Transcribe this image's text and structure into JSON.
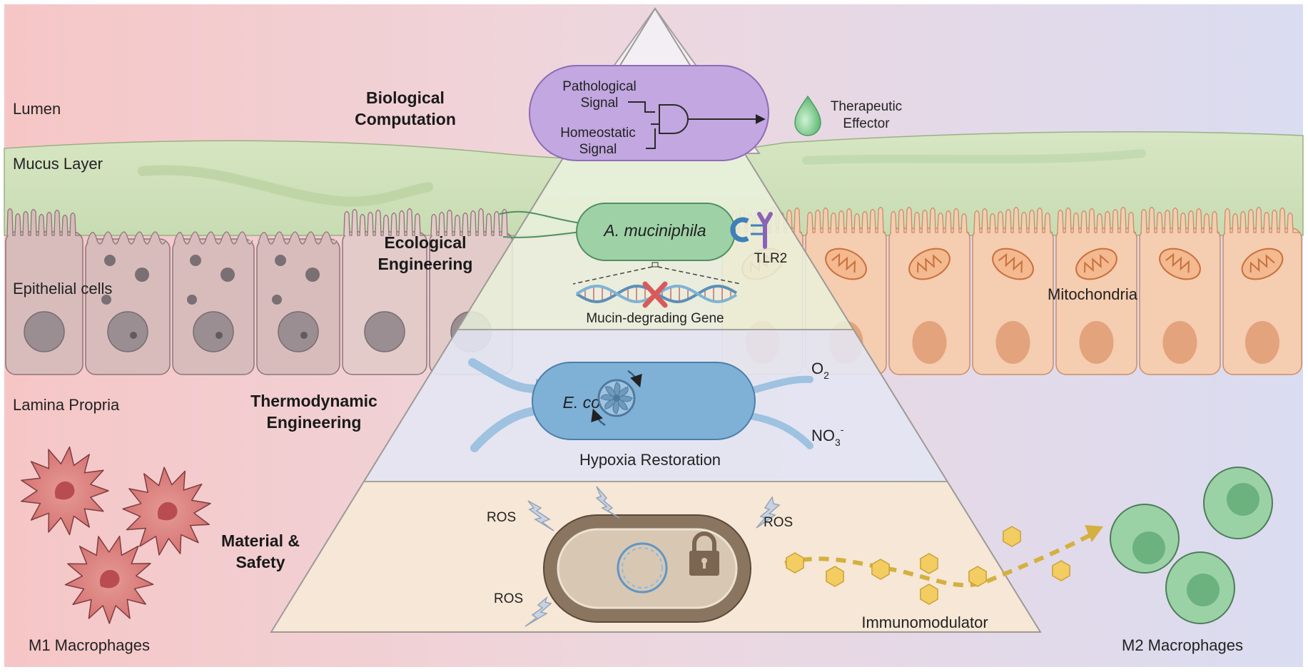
{
  "figure": {
    "colors": {
      "pathologic_bg": "#f6c8c8",
      "healthy_bg": "#dcdcf0",
      "mucus": "#cfe0bc",
      "inflamed_epithelium": "#d9bfbd",
      "healthy_epithelium": "#f5cdb0",
      "nucleus_inflamed": "#8f8487",
      "nucleus_healthy": "#e3a37c",
      "logic_capsule": "#c2a7e0",
      "akk_capsule": "#9fd1a6",
      "ecoli_capsule": "#7fb0d6",
      "safety_capsule_outer": "#8a7660",
      "safety_capsule_inner": "#d8c7b2",
      "immunomodulator": "#f3cd62",
      "m1_macrophage": "#d9706f",
      "m2_macrophage": "#9bd2a5",
      "tlr2": "#8a62b8",
      "droplet": "#77c784"
    },
    "region_labels": {
      "lumen": "Lumen",
      "mucus": "Mucus Layer",
      "epithelial": "Epithelial cells",
      "lamina": "Lamina Propria",
      "m1": "M1 Macrophages",
      "m2": "M2 Macrophages",
      "mitochondria": "Mitochondria"
    },
    "tiers": [
      {
        "title_line1": "Biological",
        "title_line2": "Computation",
        "input_a_line1": "Pathological",
        "input_a_line2": "Signal",
        "input_b_line1": "Homeostatic",
        "input_b_line2": "Signal",
        "output_line1": "Therapeutic",
        "output_line2": "Effector"
      },
      {
        "title_line1": "Ecological",
        "title_line2": "Engineering",
        "organism": "A. muciniphila",
        "receptor": "TLR2",
        "gene": "Mucin-degrading Gene"
      },
      {
        "title_line1": "Thermodynamic",
        "title_line2": "Engineering",
        "organism": "E. coli",
        "substrate_a": "O",
        "substrate_a_sub": "2",
        "substrate_b": "NO",
        "substrate_b_sub": "3",
        "substrate_b_sup": "-",
        "caption": "Hypoxia Restoration"
      },
      {
        "title_line1": "Material &",
        "title_line2": "Safety",
        "stressor": "ROS",
        "product": "Immunomodulator"
      }
    ]
  }
}
